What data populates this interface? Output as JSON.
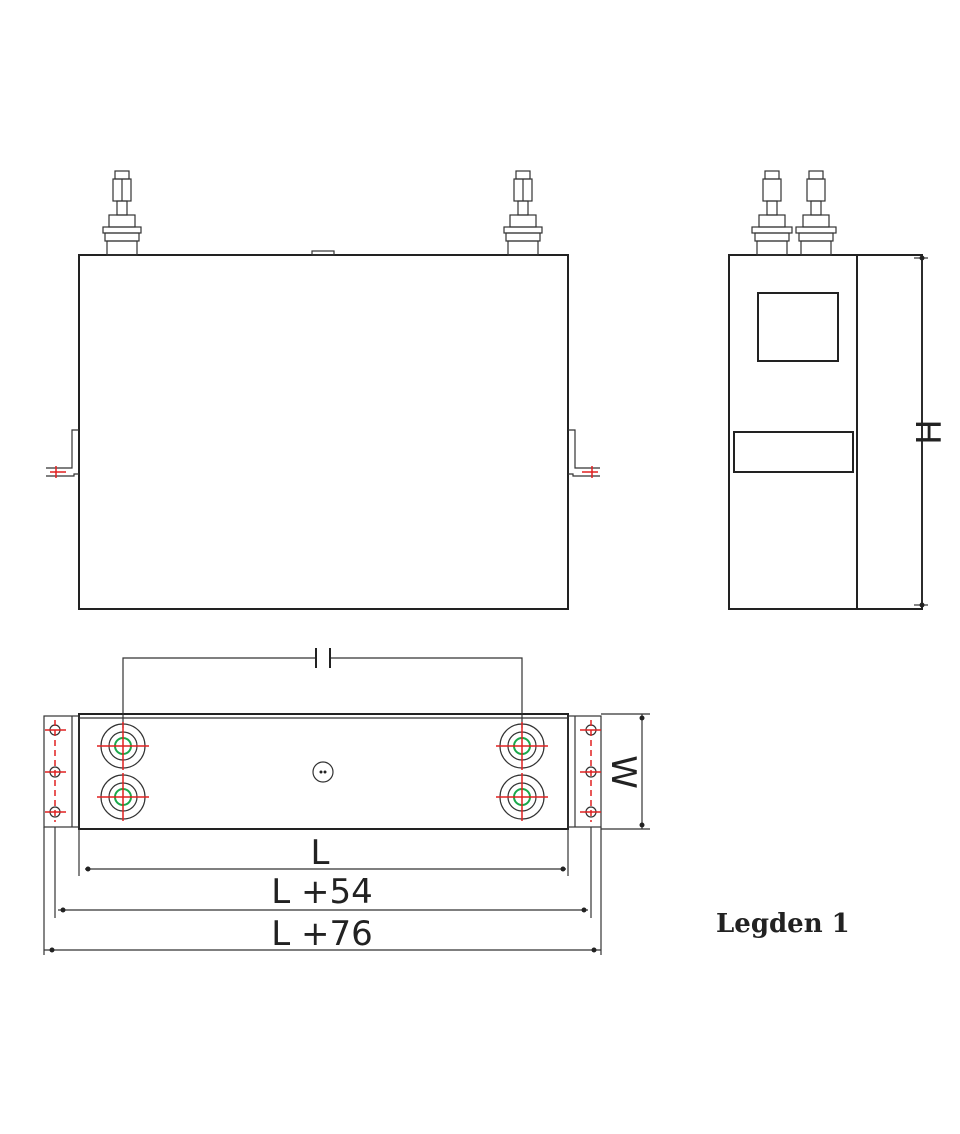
{
  "dimensions": {
    "height_label": "H",
    "width_label": "W",
    "length_label": "L",
    "length_plus_54": "L +54",
    "length_plus_76": "L +76"
  },
  "legend": {
    "text": "Legden 1"
  }
}
